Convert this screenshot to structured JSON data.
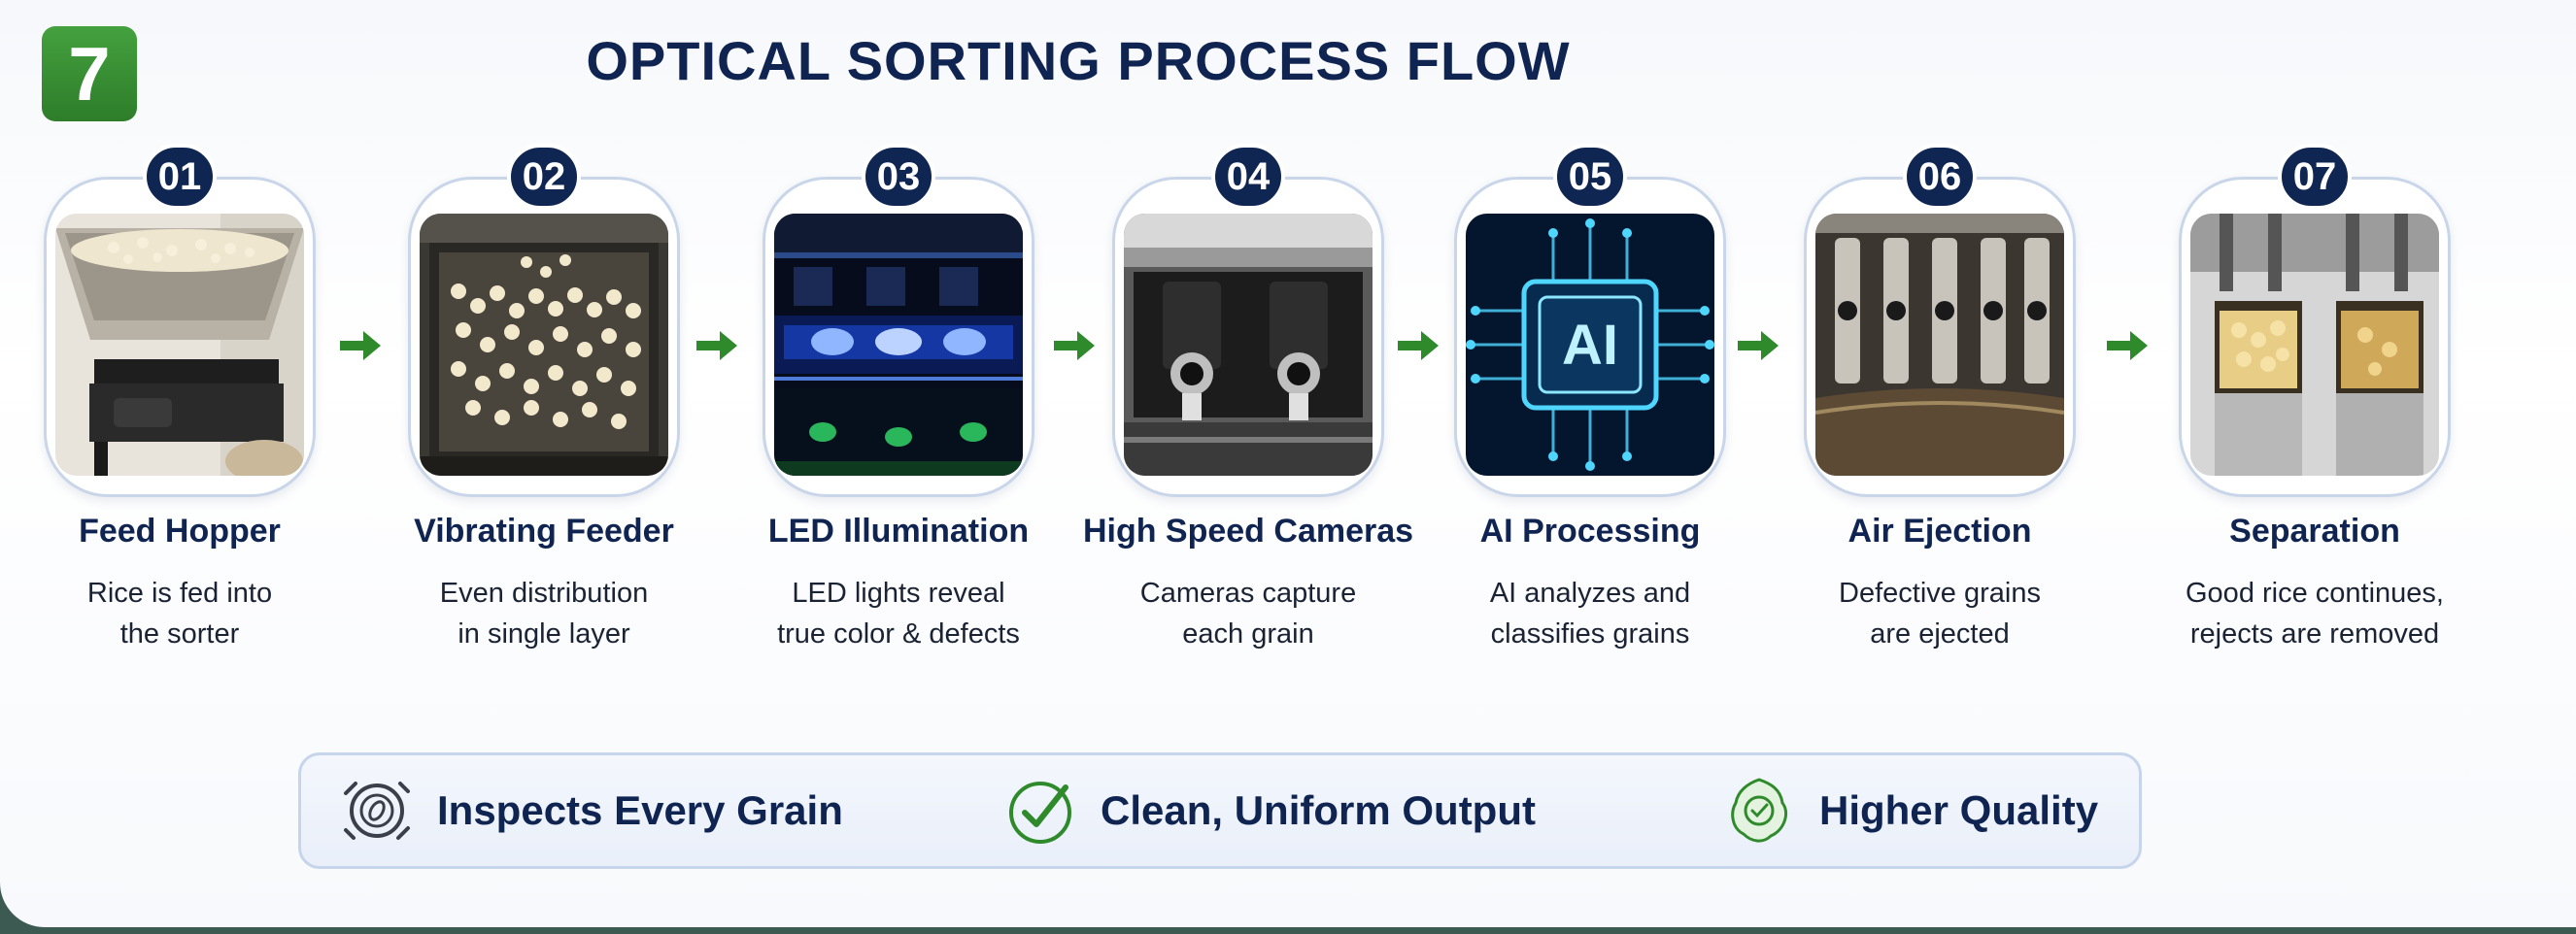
{
  "header": {
    "badge_number": "7",
    "title": "OPTICAL SORTING PROCESS FLOW"
  },
  "steps": [
    {
      "number": "01",
      "label": "Feed Hopper",
      "desc_line1": "Rice is fed into",
      "desc_line2": "the sorter"
    },
    {
      "number": "02",
      "label": "Vibrating Feeder",
      "desc_line1": "Even distribution",
      "desc_line2": "in single layer"
    },
    {
      "number": "03",
      "label": "LED Illumination",
      "desc_line1": "LED lights reveal",
      "desc_line2": "true color & defects"
    },
    {
      "number": "04",
      "label": "High Speed Cameras",
      "desc_line1": "Cameras capture",
      "desc_line2": "each grain"
    },
    {
      "number": "05",
      "label": "AI Processing",
      "desc_line1": "AI analyzes and",
      "desc_line2": "classifies grains",
      "chip_text": "AI"
    },
    {
      "number": "06",
      "label": "Air Ejection",
      "desc_line1": "Defective grains",
      "desc_line2": "are ejected"
    },
    {
      "number": "07",
      "label": "Separation",
      "desc_line1": "Good rice continues,",
      "desc_line2": "rejects are removed"
    }
  ],
  "benefits": [
    {
      "label": "Inspects Every Grain",
      "icon": "scan-grain-icon"
    },
    {
      "label": "Clean, Uniform Output",
      "icon": "check-circle-icon"
    },
    {
      "label": "Higher Quality",
      "icon": "quality-award-icon"
    }
  ],
  "colors": {
    "navy": "#102452",
    "badge_green": "#3a8f35",
    "arrow_green": "#2f8a2b",
    "led_blue": "#2f7bff",
    "led_green": "#33e06a",
    "ai_cyan": "#4fd6ff"
  }
}
